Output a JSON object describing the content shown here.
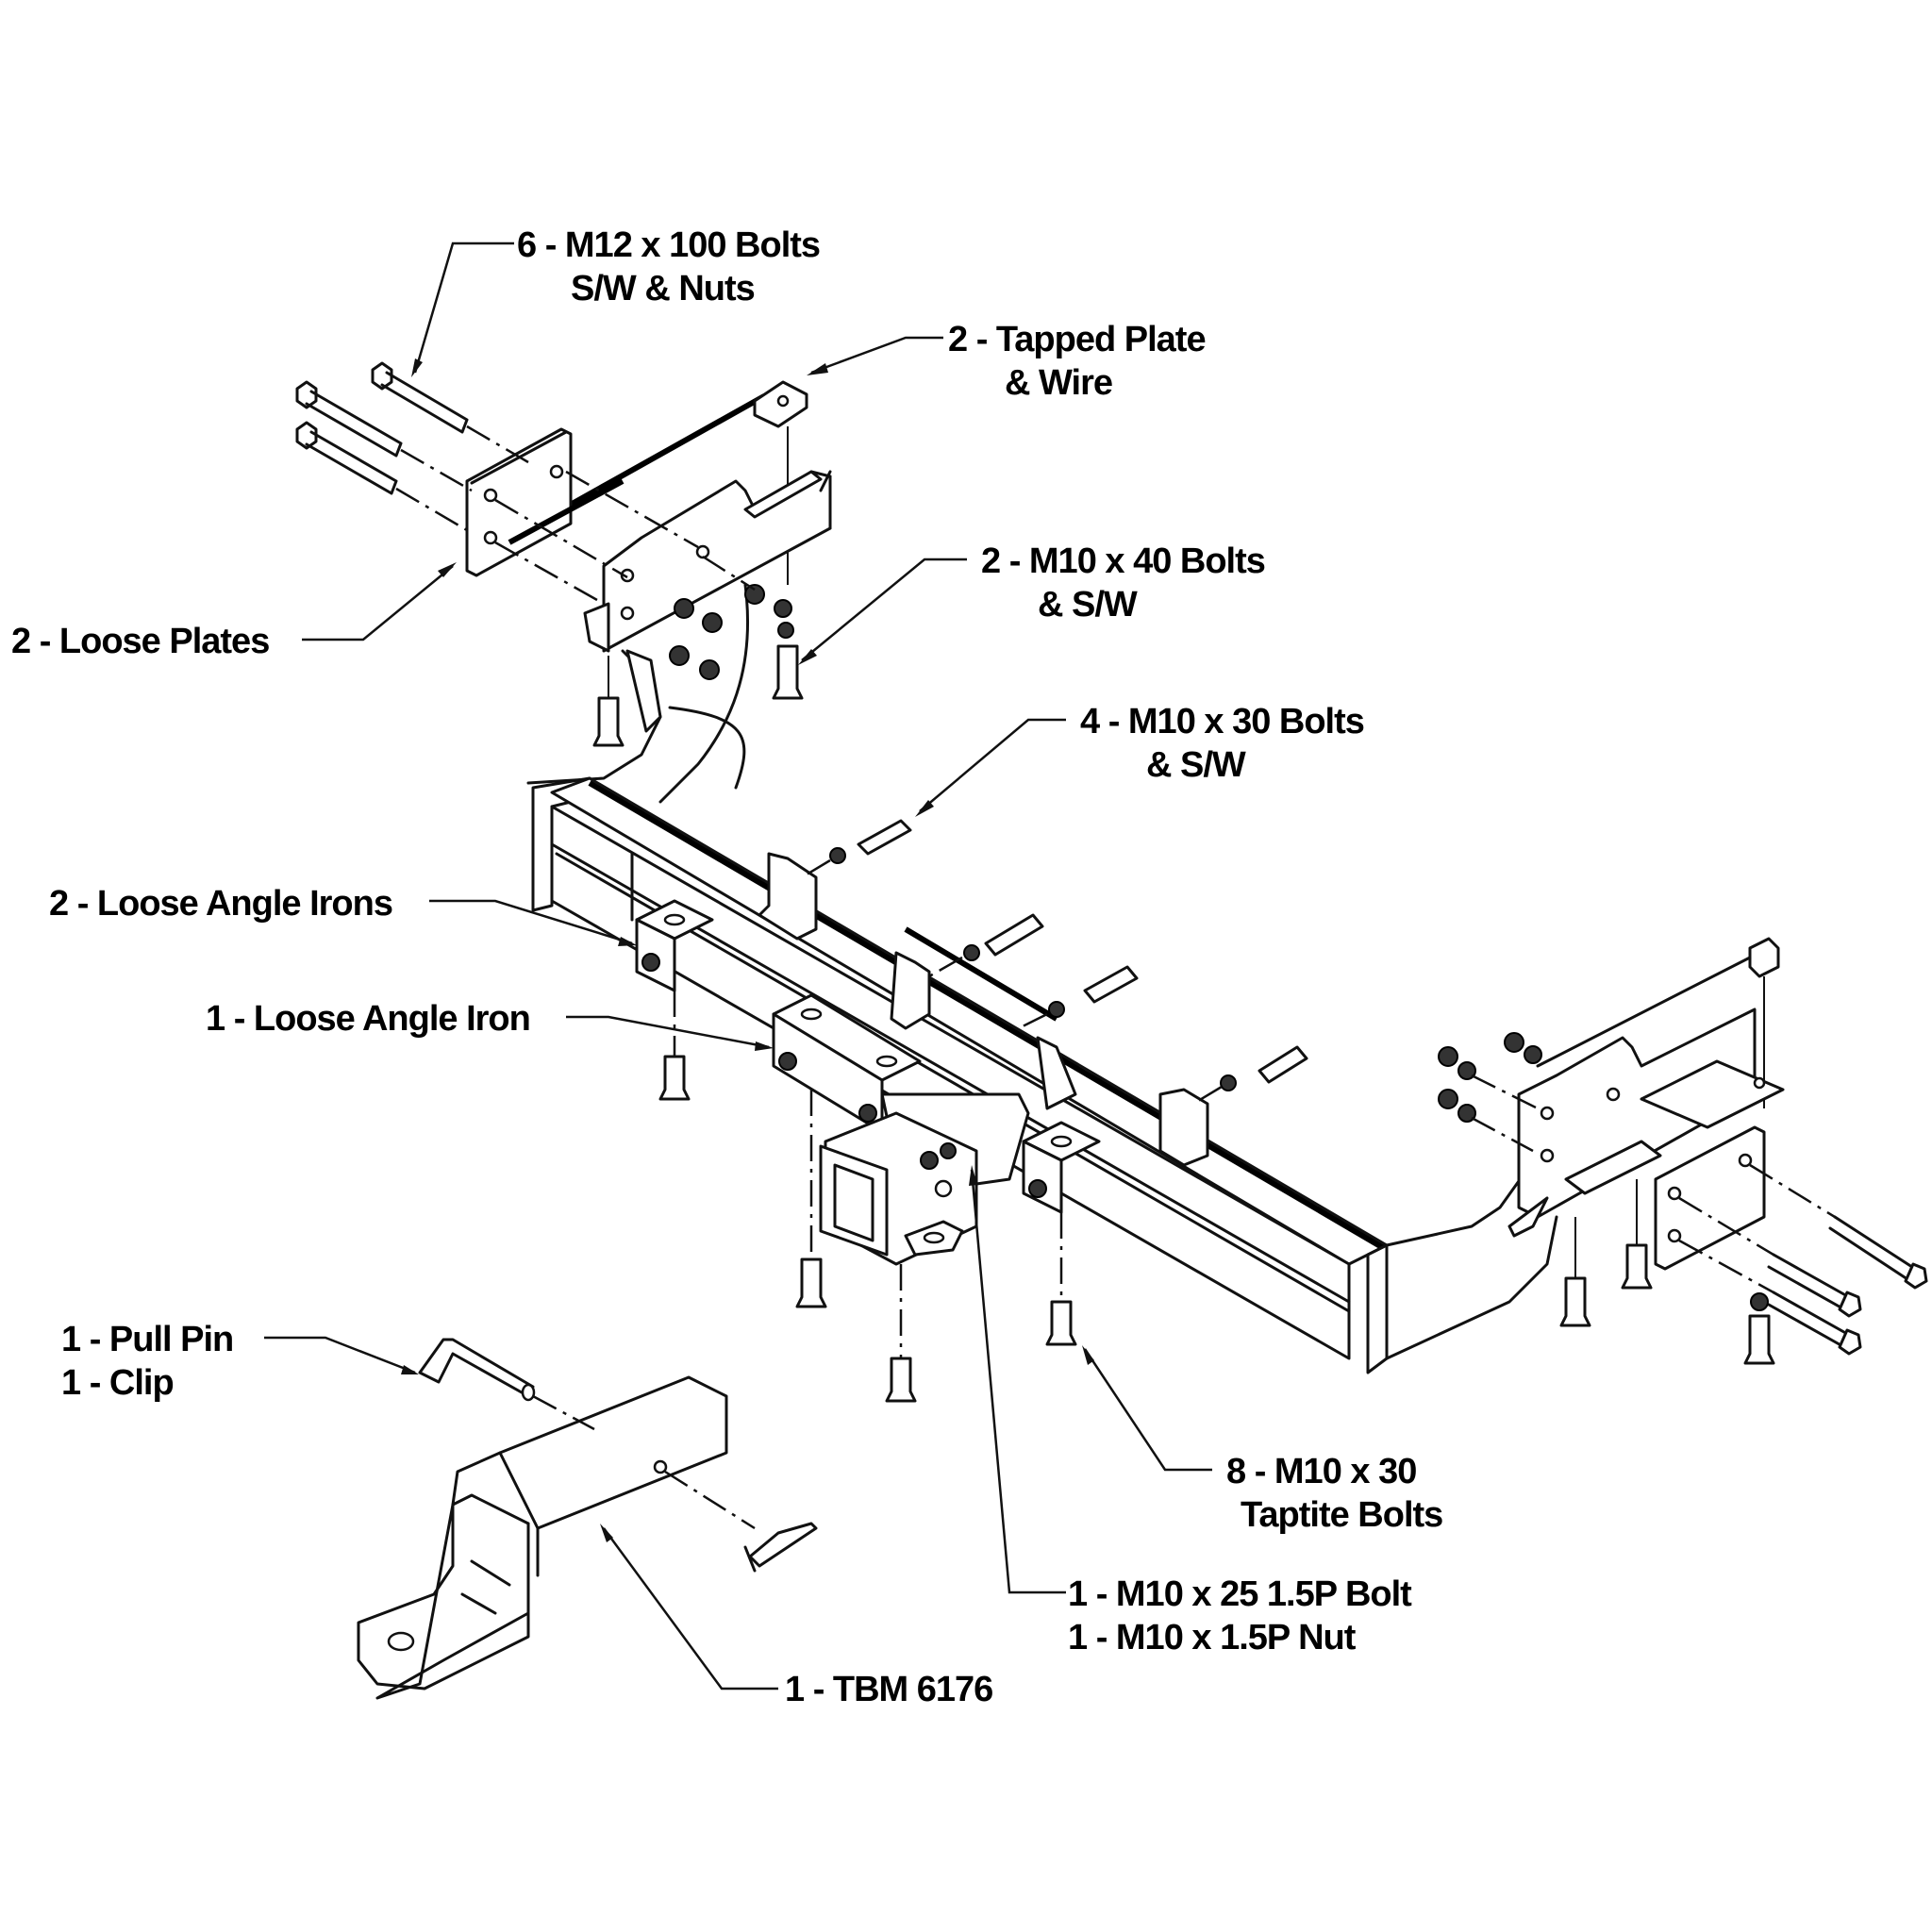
{
  "diagram": {
    "title": "Towbar exploded assembly diagram",
    "callouts": [
      {
        "id": "m12-bolts",
        "lines": [
          "6 - M12 x 100 Bolts",
          "S/W & Nuts"
        ]
      },
      {
        "id": "tapped-plate",
        "lines": [
          "2 - Tapped Plate",
          "& Wire"
        ]
      },
      {
        "id": "m10x40-bolts",
        "lines": [
          "2 - M10 x 40 Bolts",
          "& S/W"
        ]
      },
      {
        "id": "m10x30-bolts",
        "lines": [
          "4 - M10 x 30 Bolts",
          "& S/W"
        ]
      },
      {
        "id": "loose-plates",
        "lines": [
          "2 - Loose Plates"
        ]
      },
      {
        "id": "loose-angle-irons",
        "lines": [
          "2 - Loose Angle Irons"
        ]
      },
      {
        "id": "loose-angle-iron",
        "lines": [
          "1 - Loose Angle Iron"
        ]
      },
      {
        "id": "pull-pin-clip",
        "lines": [
          "1 - Pull Pin",
          "1 - Clip"
        ]
      },
      {
        "id": "taptite-bolts",
        "lines": [
          "8 - M10 x 30",
          "Taptite Bolts"
        ]
      },
      {
        "id": "m10x25-bolt-nut",
        "lines": [
          "1 - M10 x 25 1.5P Bolt",
          "1 - M10 x 1.5P Nut"
        ]
      },
      {
        "id": "tbm-part",
        "lines": [
          "1 - TBM 6176"
        ]
      }
    ]
  }
}
